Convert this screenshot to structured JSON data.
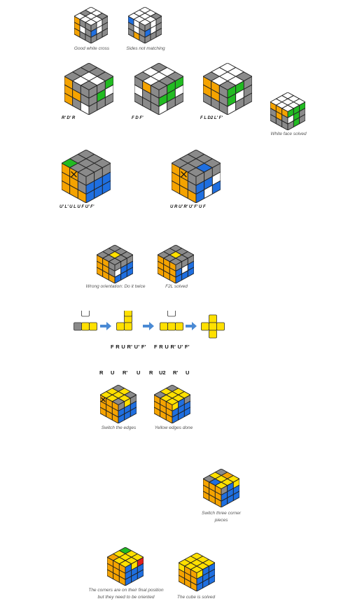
{
  "captions": {
    "good_white_cross": "Good white cross",
    "sides_not_matching": "Sides not matching",
    "white_face_solved": "White face solved",
    "wrong_orientation": "Wrong orientation: Do it twice",
    "f2l_solved": "F2L solved",
    "switch_edges": "Switch the edges",
    "yellow_edges_done": "Yellow edges done",
    "switch_corners_1": "Switch three corner",
    "switch_corners_2": "pieces",
    "corners_final_1": "The corners are on their final position",
    "corners_final_2": "but they need to be oriented",
    "cube_solved": "The cube is solved"
  },
  "algorithms": {
    "a1": "R' D' R",
    "a2": "F D F'",
    "a3": "F L D2 L' F'",
    "a4": "U' L' U L U F U' F'",
    "a5": "U R U' R' U' F' U F",
    "oll_1": "F R U R' U' F'",
    "oll_2": "F R U R' U' F'"
  },
  "moves": [
    "R",
    "U",
    "R'",
    "U",
    "R",
    "U2",
    "R'",
    "U"
  ],
  "colors": {
    "white": "#ffffff",
    "gray": "#8a8a8a",
    "orange": "#f5a300",
    "green": "#22bb22",
    "blue": "#1f6fe0",
    "yellow": "#ffe000",
    "red": "#e02020",
    "arrow": "#4a8ad4"
  },
  "cubes": [
    {
      "id": "c1",
      "top": [
        "w",
        "w",
        "g",
        "g",
        "w",
        "w",
        "w",
        "w",
        "w"
      ],
      "left": [
        "o",
        "g",
        "g",
        "o",
        "w",
        "g",
        "o",
        "g",
        "g"
      ],
      "right": [
        "g",
        "w",
        "g",
        "b",
        "w",
        "g",
        "g",
        "g",
        "g"
      ]
    },
    {
      "id": "c2",
      "top": [
        "w",
        "w",
        "g",
        "w",
        "w",
        "w",
        "w",
        "w",
        "w"
      ],
      "left": [
        "b",
        "w",
        "g",
        "g",
        "w",
        "g",
        "g",
        "o",
        "g"
      ],
      "right": [
        "g",
        "w",
        "g",
        "b",
        "w",
        "g",
        "g",
        "g",
        "g"
      ]
    },
    {
      "id": "c3",
      "top": [
        "g",
        "g",
        "g",
        "g",
        "w",
        "w",
        "g",
        "w",
        "g"
      ],
      "left": [
        "o",
        "g",
        "g",
        "o",
        "o",
        "g",
        "o",
        "g",
        "w"
      ],
      "right": [
        "g",
        "g",
        "n",
        "g",
        "n",
        "w",
        "g",
        "g",
        "g"
      ]
    },
    {
      "id": "c4",
      "top": [
        "g",
        "w",
        "g",
        "w",
        "w",
        "g",
        "g",
        "w",
        "g"
      ],
      "left": [
        "g",
        "o",
        "g",
        "w",
        "g",
        "g",
        "g",
        "g",
        "g"
      ],
      "right": [
        "g",
        "n",
        "n",
        "n",
        "n",
        "w",
        "w",
        "g",
        "g"
      ]
    },
    {
      "id": "c5",
      "top": [
        "w",
        "w",
        "g",
        "w",
        "w",
        "w",
        "g",
        "w",
        "g"
      ],
      "left": [
        "o",
        "o",
        "g",
        "o",
        "o",
        "g",
        "g",
        "g",
        "g"
      ],
      "right": [
        "n",
        "n",
        "g",
        "n",
        "w",
        "g",
        "w",
        "g",
        "g"
      ]
    },
    {
      "id": "c6",
      "top": [
        "w",
        "w",
        "w",
        "w",
        "w",
        "w",
        "w",
        "w",
        "w"
      ],
      "left": [
        "o",
        "o",
        "o",
        "g",
        "o",
        "g",
        "g",
        "g",
        "g"
      ],
      "right": [
        "n",
        "n",
        "n",
        "w",
        "n",
        "g",
        "g",
        "n",
        "g"
      ]
    },
    {
      "id": "c7",
      "top": [
        "g",
        "g",
        "g",
        "g",
        "g",
        "g",
        "n",
        "g",
        "g"
      ],
      "left": [
        "o",
        "x",
        "g",
        "o",
        "o",
        "g",
        "o",
        "o",
        "o"
      ],
      "right": [
        "g",
        "g",
        "g",
        "b",
        "b",
        "b",
        "b",
        "b",
        "b"
      ]
    },
    {
      "id": "c8",
      "top": [
        "g",
        "g",
        "g",
        "g",
        "g",
        "b",
        "g",
        "g",
        "g"
      ],
      "left": [
        "o",
        "x",
        "g",
        "o",
        "o",
        "g",
        "o",
        "o",
        "o"
      ],
      "right": [
        "g",
        "g",
        "g",
        "b",
        "b",
        "w",
        "b",
        "w",
        "b"
      ]
    },
    {
      "id": "c9",
      "top": [
        "g",
        "g",
        "g",
        "g",
        "y",
        "g",
        "g",
        "g",
        "g"
      ],
      "left": [
        "o",
        "o",
        "g",
        "o",
        "o",
        "g",
        "o",
        "o",
        "o"
      ],
      "right": [
        "g",
        "g",
        "g",
        "w",
        "b",
        "b",
        "b",
        "b",
        "b"
      ]
    },
    {
      "id": "c10",
      "top": [
        "g",
        "g",
        "g",
        "g",
        "y",
        "g",
        "g",
        "g",
        "g"
      ],
      "left": [
        "o",
        "o",
        "o",
        "o",
        "o",
        "o",
        "o",
        "o",
        "o"
      ],
      "right": [
        "g",
        "g",
        "g",
        "b",
        "w",
        "b",
        "b",
        "b",
        "b"
      ]
    },
    {
      "id": "c11",
      "top": [
        "g",
        "y",
        "g",
        "y",
        "y",
        "y",
        "y",
        "y",
        "g"
      ],
      "left": [
        "x",
        "o",
        "o",
        "o",
        "o",
        "o",
        "o",
        "o",
        "o"
      ],
      "right": [
        "g",
        "y",
        "g",
        "b",
        "b",
        "b",
        "b",
        "b",
        "b"
      ]
    },
    {
      "id": "c12",
      "top": [
        "g",
        "y",
        "y",
        "y",
        "y",
        "y",
        "g",
        "y",
        "y"
      ],
      "left": [
        "o",
        "o",
        "o",
        "o",
        "o",
        "o",
        "o",
        "o",
        "o"
      ],
      "right": [
        "y",
        "b",
        "g",
        "b",
        "b",
        "b",
        "b",
        "b",
        "b"
      ]
    },
    {
      "id": "c13",
      "top": [
        "g",
        "o",
        "y",
        "y",
        "y",
        "y",
        "g",
        "b",
        "y"
      ],
      "left": [
        "o",
        "o",
        "o",
        "o",
        "o",
        "o",
        "o",
        "o",
        "o"
      ],
      "right": [
        "g",
        "b",
        "y",
        "b",
        "b",
        "b",
        "b",
        "b",
        "b"
      ]
    },
    {
      "id": "c14",
      "top": [
        "n",
        "y",
        "y",
        "y",
        "y",
        "y",
        "o",
        "y",
        "y"
      ],
      "left": [
        "o",
        "o",
        "o",
        "o",
        "o",
        "o",
        "o",
        "o",
        "o"
      ],
      "right": [
        "b",
        "y",
        "r",
        "b",
        "b",
        "b",
        "b",
        "b",
        "b"
      ]
    },
    {
      "id": "c15",
      "top": [
        "y",
        "y",
        "y",
        "y",
        "y",
        "y",
        "y",
        "y",
        "y"
      ],
      "left": [
        "y",
        "o",
        "o",
        "o",
        "o",
        "o",
        "o",
        "o",
        "o"
      ],
      "right": [
        "y",
        "b",
        "b",
        "b",
        "b",
        "b",
        "b",
        "b",
        "b"
      ]
    }
  ]
}
